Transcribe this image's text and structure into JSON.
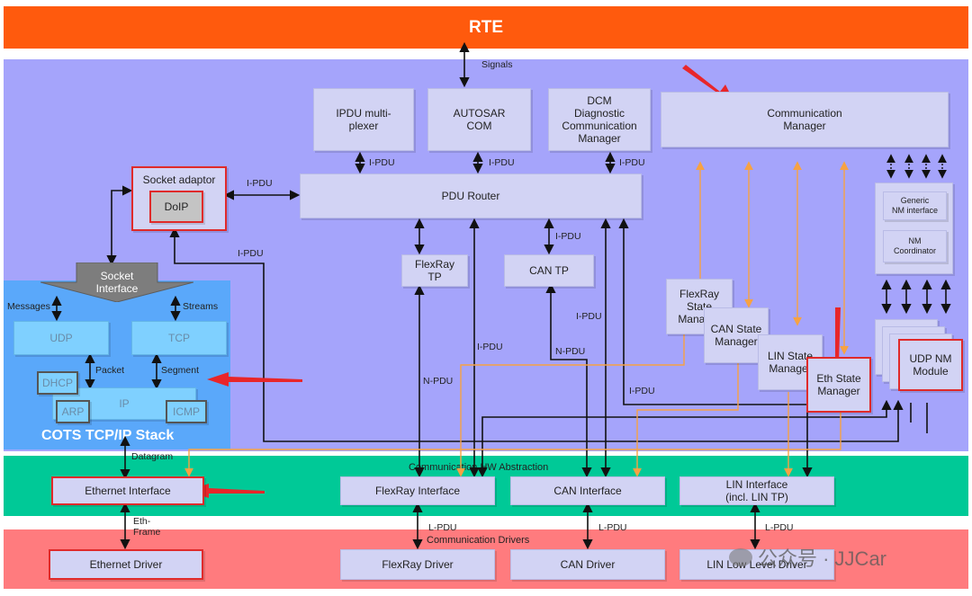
{
  "rte": {
    "label": "RTE"
  },
  "labels": {
    "signals": "Signals",
    "ipdu_mux": "I-PDU",
    "ipdu_com": "I-PDU",
    "ipdu_dcm": "I-PDU",
    "ipdu_socket": "I-PDU",
    "ipdu_cantp": "I-PDU",
    "ipdu_long": "I-PDU",
    "ipdu_mid": "I-PDU",
    "ipdu_lin": "I-PDU",
    "ipdu_can": "I-PDU",
    "npdu_fr": "N-PDU",
    "npdu_can": "N-PDU",
    "messages": "Messages",
    "streams": "Streams",
    "packet": "Packet",
    "segment": "Segment",
    "datagram": "Datagram",
    "eth_frame": "Eth-\nFrame",
    "lpdu_fr": "L-PDU",
    "lpdu_can": "L-PDU",
    "lpdu_lin": "L-PDU"
  },
  "modules": {
    "ipdu_mux": "IPDU multi-\nplexer",
    "autosar_com": "AUTOSAR\nCOM",
    "dcm": "DCM\nDiagnostic\nCommunication\nManager",
    "com_manager": "Communication\nManager",
    "pdu_router": "PDU Router",
    "socket_adaptor": "Socket adaptor",
    "doip": "DoIP",
    "socket_interface": "Socket\nInterface",
    "flexray_tp": "FlexRay\nTP",
    "can_tp": "CAN TP",
    "generic_nm": "Generic\nNM interface",
    "nm_coordinator": "NM\nCoordinator",
    "flexray_sm": "FlexRay\nState\nManager",
    "can_sm": "CAN State\nManager",
    "lin_sm": "LIN State\nManager",
    "eth_sm": "Eth State\nManager",
    "udp_nm": "UDP NM\nModule"
  },
  "tcpip": {
    "title": "COTS TCP/IP Stack",
    "udp": "UDP",
    "tcp": "TCP",
    "dhcp": "DHCP",
    "ip": "IP",
    "arp": "ARP",
    "icmp": "ICMP"
  },
  "hw_abstraction": {
    "title": "Communication HW Abstraction",
    "ethernet_interface": "Ethernet Interface",
    "flexray_interface": "FlexRay Interface",
    "can_interface": "CAN Interface",
    "lin_interface": "LIN Interface\n(incl. LIN TP)"
  },
  "drivers": {
    "title": "Communication Drivers",
    "ethernet_driver": "Ethernet Driver",
    "flexray_driver": "FlexRay Driver",
    "can_driver": "CAN Driver",
    "lin_driver": "LIN Low Level Driver"
  },
  "watermark": "公众号 · JJCar",
  "colors": {
    "rte": "#ff5a0d",
    "services_bg": "#a5a4fb",
    "module": "#d2d3f4",
    "tcpip_bg": "#5aa8fa",
    "tcpip_box": "#7fd0ff",
    "hw_abstraction": "#00c997",
    "drivers": "#ff7b7e",
    "highlight": "#e02a2a",
    "orange_line": "#f7a243"
  }
}
